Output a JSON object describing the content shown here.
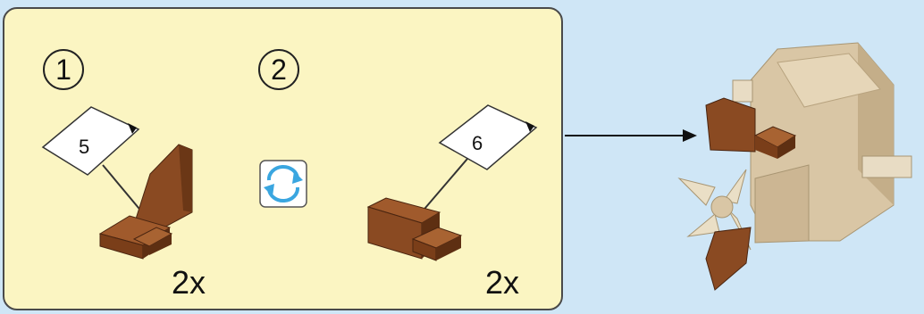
{
  "steps": [
    {
      "number": "1",
      "tag": "5",
      "quantity": "2x"
    },
    {
      "number": "2",
      "tag": "6",
      "quantity": "2x"
    }
  ],
  "icons": {
    "swap": "rotate-arrows-icon"
  },
  "colors": {
    "panel_bg": "#fbf5c2",
    "page_bg": "#cfe6f6",
    "brick_brown": "#8a4a22",
    "tan": "#d9c6a5"
  }
}
